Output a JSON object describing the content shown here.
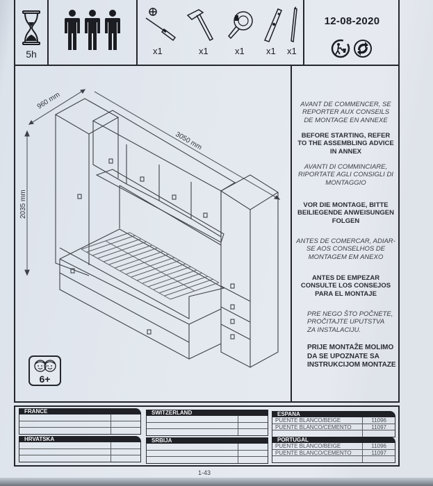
{
  "header": {
    "assembly_time": {
      "icon": "hourglass-icon",
      "label": "5h"
    },
    "people": {
      "icon": "three-people-icon",
      "count": 3
    },
    "tools": [
      {
        "icon": "phillips-screwdriver-icon",
        "count": "x1"
      },
      {
        "icon": "hammer-icon",
        "count": "x1"
      },
      {
        "icon": "tape-measure-icon",
        "count": "x1"
      },
      {
        "icon": "spirit-level-icon",
        "count": "x1"
      },
      {
        "icon": "pencil-icon",
        "count": "x1"
      }
    ],
    "date": "12-08-2020",
    "eco_icons": [
      "tidyman-recycle-icon",
      "green-dot-icon"
    ]
  },
  "drawing": {
    "dimensions": {
      "depth": "960 mm",
      "width": "3050 mm",
      "height": "2035 mm"
    },
    "age_badge": {
      "icon": "children-faces-icon",
      "label": "6+"
    }
  },
  "notes": [
    {
      "lang": "fr",
      "style": "italic",
      "lines": [
        "AVANT DE COMMENCER, SE",
        "REPORTER AUX CONSEILS",
        "DE MONTAGE EN ANNEXE"
      ]
    },
    {
      "lang": "en",
      "style": "bold",
      "lines": [
        "BEFORE STARTING, REFER",
        "TO THE ASSEMBLING ADVICE",
        "IN ANNEX"
      ]
    },
    {
      "lang": "it",
      "style": "italic",
      "lines": [
        "AVANTI DI COMMINCIARE,",
        "RIPORTATE AGLI CONSIGLI DI",
        "MONTAGGIO"
      ]
    },
    {
      "lang": "de",
      "style": "bold",
      "lines": [
        "VOR DIE MONTAGE, BITTE",
        "BEILIEGENDE ANWEISUNGEN",
        "FOLGEN"
      ]
    },
    {
      "lang": "pt",
      "style": "italic",
      "lines": [
        "ANTES DE COMERCAR, ADIAR-",
        "SE AOS CONSELHOS DE",
        "MONTAGEM EM ANEXO"
      ]
    },
    {
      "lang": "es",
      "style": "bold",
      "lines": [
        "ANTES DE EMPEZAR",
        "CONSULTE LOS CONSEJOS",
        "PARA EL MONTAJE"
      ]
    },
    {
      "lang": "sr",
      "style": "italic",
      "lines": [
        "PRE NEGO ŠTO POČNETE,",
        "PROČITAJTE UPUTSTVA",
        "ZA INSTALACIJU."
      ]
    },
    {
      "lang": "hr",
      "style": "bold",
      "lines": [
        "PRIJE MONTAŽE MOLIMO",
        "DA SE UPOZNATE SA",
        "INSTRUKCIJOM MONTAZE"
      ]
    }
  ],
  "countries": [
    {
      "name": "FRANCE",
      "rows": [
        [
          "",
          ""
        ],
        [
          "",
          ""
        ],
        [
          "",
          ""
        ]
      ]
    },
    {
      "name": "SWITZERLAND",
      "rows": [
        [
          "",
          ""
        ],
        [
          "",
          ""
        ],
        [
          "",
          ""
        ]
      ]
    },
    {
      "name": "ESPANA",
      "rows": [
        [
          "PUENTE BLANCO/BEIGE",
          "11096"
        ],
        [
          "PUENTE BLANCO/CEMENTO",
          "11097"
        ],
        [
          "",
          ""
        ]
      ]
    },
    {
      "name": "HRVATSKA",
      "rows": [
        [
          "",
          ""
        ],
        [
          "",
          ""
        ],
        [
          "",
          ""
        ]
      ]
    },
    {
      "name": "SRBIJA",
      "rows": [
        [
          "",
          ""
        ],
        [
          "",
          ""
        ],
        [
          "",
          ""
        ]
      ]
    },
    {
      "name": "PORTUGAL",
      "rows": [
        [
          "PUENTE BLANCO/BEIGE",
          "11096"
        ],
        [
          "PUENTE BLANCO/CEMENTO",
          "11097"
        ],
        [
          "",
          ""
        ]
      ]
    }
  ],
  "page_number": "1-43"
}
